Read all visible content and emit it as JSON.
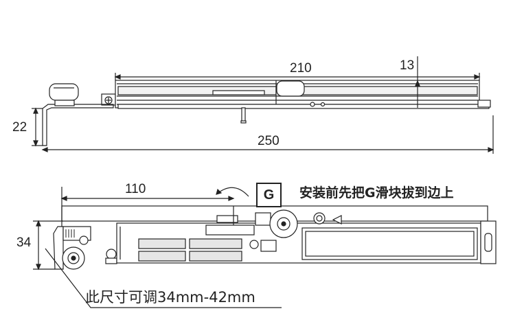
{
  "top_view": {
    "dim_210": "210",
    "dim_13": "13",
    "dim_22": "22",
    "dim_250": "250"
  },
  "bottom_view": {
    "dim_110": "110",
    "dim_34": "34",
    "g_label": "G",
    "note_slider": "安装前先把G滑块拔到边上",
    "note_adjust": "此尺寸可调34mm-42mm"
  },
  "colors": {
    "line": "#222222",
    "fill": "#ffffff",
    "shade": "#e6e6e6"
  }
}
